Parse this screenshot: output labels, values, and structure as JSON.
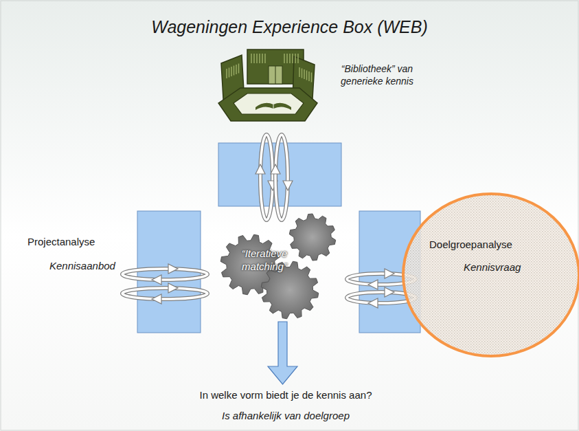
{
  "diagram": {
    "title": "Wageningen Experience Box (WEB)",
    "nodes": [
      {
        "text": [
          "“Iteratieve matching”"
        ]
      },
      {
        "text": [
          "Doelgroepanalyse",
          "Kennisvraag"
        ]
      }
    ],
    "labels": [
      "“Bibliotheek” van generieke kennis",
      "Projectanalyse",
      "Kennisaanbod",
      "In welke vorm biedt je de kennis aan?",
      "Is afhankelijk van doelgroep"
    ]
  }
}
